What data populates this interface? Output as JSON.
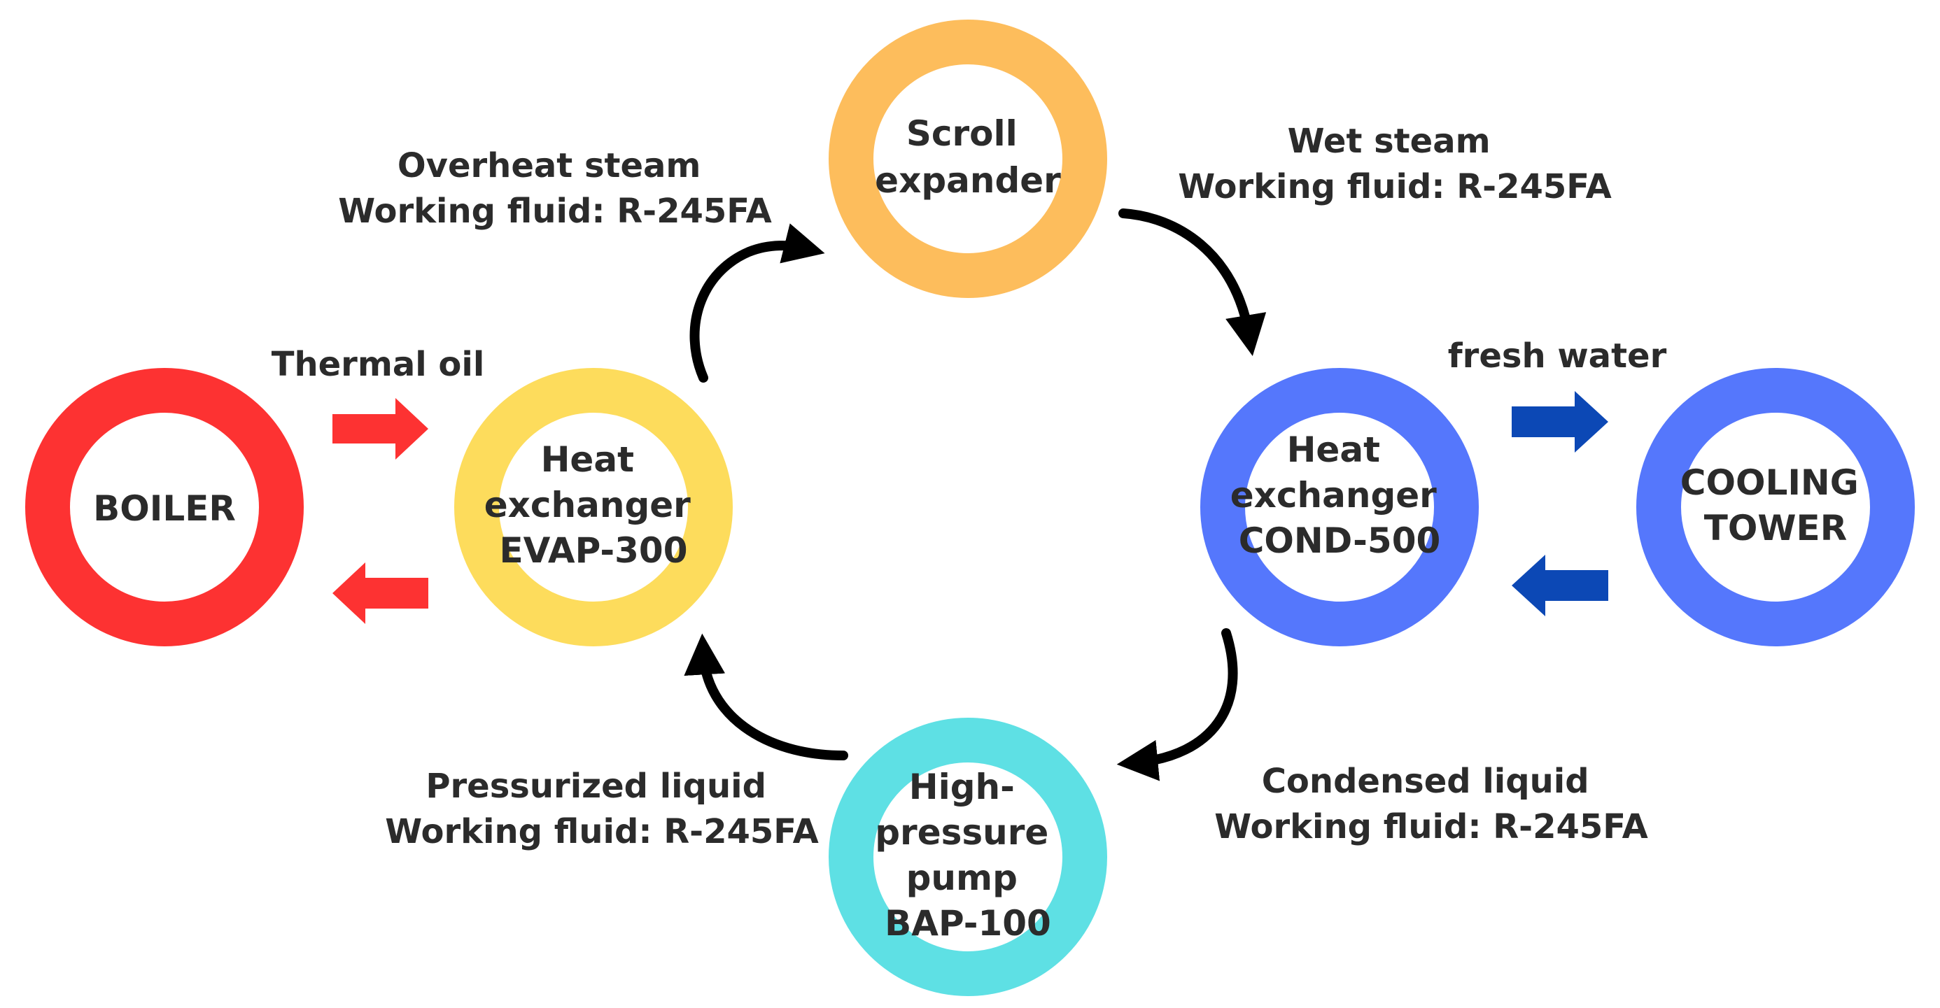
{
  "colors": {
    "boiler": "#fd3232",
    "evap": "#fddc5c",
    "expander": "#fdbd5c",
    "cond": "#5577fc",
    "tower": "#5577fc",
    "pump": "#5ee0e4",
    "hot_arrow": "#fd3232",
    "cold_arrow": "#0c48b5",
    "cycle_arrow": "#000000",
    "text": "#2b2b2b"
  },
  "nodes": {
    "boiler": {
      "lines": [
        "BOILER"
      ]
    },
    "evap": {
      "lines": [
        "Heat",
        "exchanger",
        "EVAP-300"
      ]
    },
    "expander": {
      "lines": [
        "Scroll",
        "expander"
      ]
    },
    "cond": {
      "lines": [
        "Heat",
        "exchanger",
        "COND-500"
      ]
    },
    "tower": {
      "lines": [
        "COOLING",
        "TOWER"
      ]
    },
    "pump": {
      "lines": [
        "High-",
        "pressure",
        "pump",
        "BAP-100"
      ]
    }
  },
  "labels": {
    "thermal_oil": "Thermal oil",
    "fresh_water": "fresh water",
    "overheat": {
      "line1": "Overheat steam",
      "line2": "Working fluid: R-245FA"
    },
    "wet": {
      "line1": "Wet steam",
      "line2": "Working fluid: R-245FA"
    },
    "pressurized": {
      "line1": "Pressurized liquid",
      "line2": "Working fluid: R-245FA"
    },
    "condensed": {
      "line1": "Condensed liquid",
      "line2": "Working fluid: R-245FA"
    }
  }
}
